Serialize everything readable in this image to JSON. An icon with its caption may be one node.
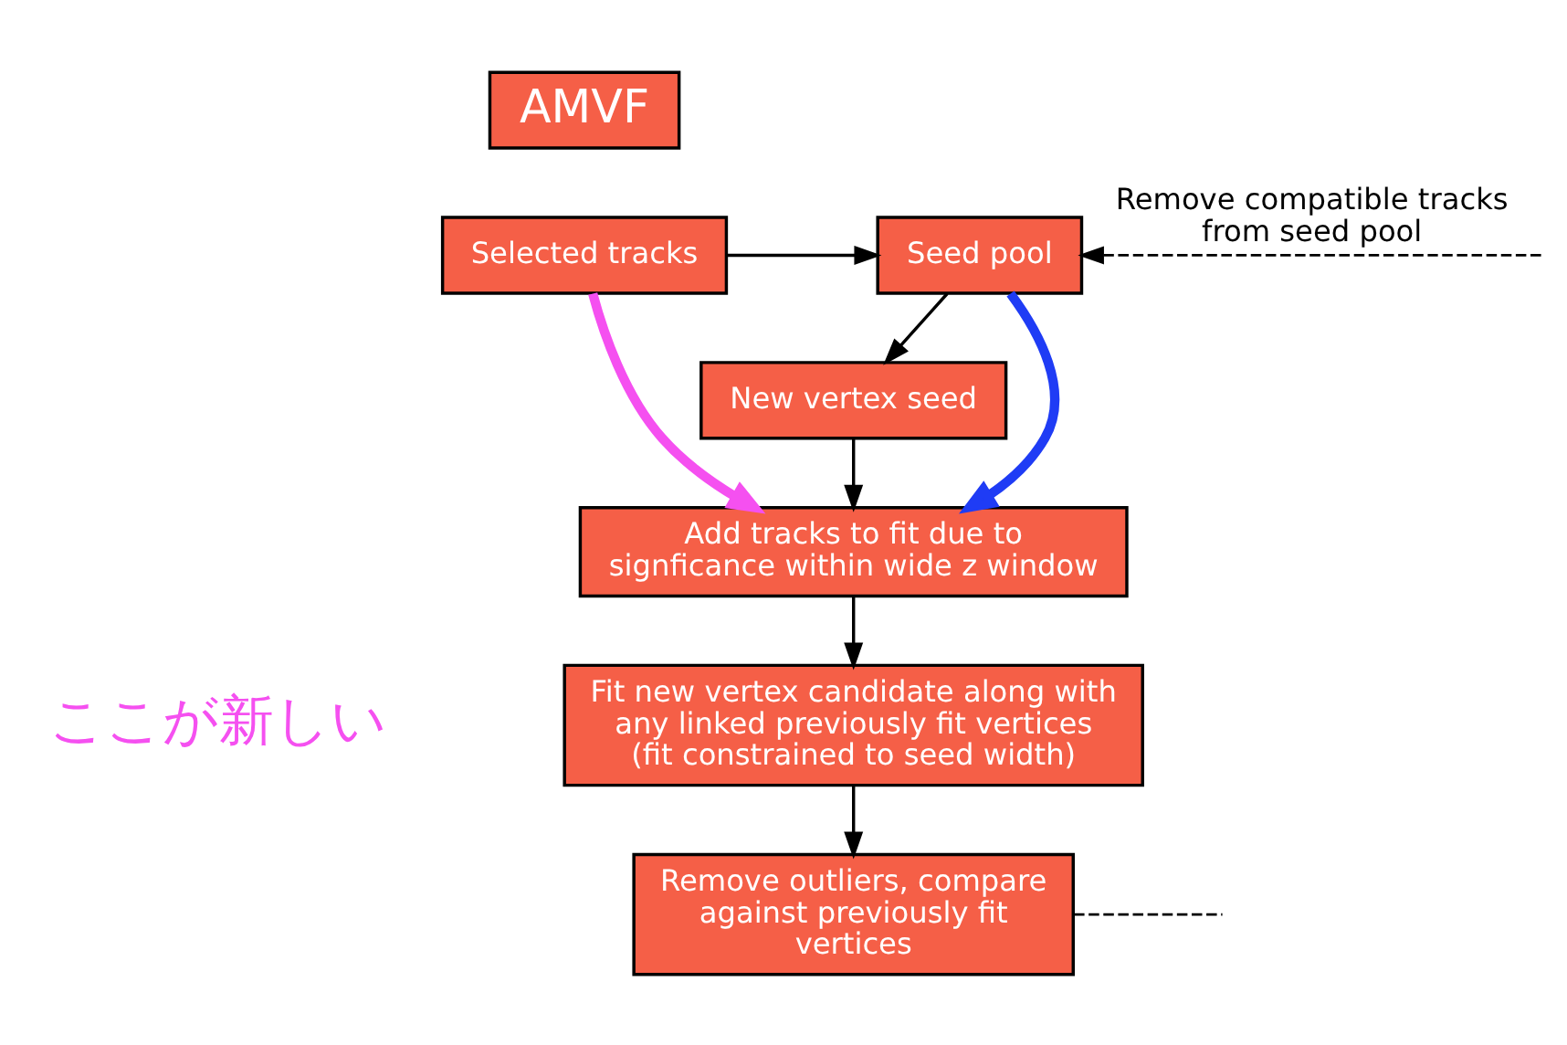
{
  "diagram": {
    "nodes": [
      {
        "text": [
          "AMVF"
        ]
      },
      {
        "text": [
          "Selected tracks"
        ]
      },
      {
        "text": [
          "Seed pool"
        ]
      },
      {
        "text": [
          "New vertex seed"
        ]
      },
      {
        "text": [
          "Add tracks to fit due to signficance within wide z window"
        ]
      },
      {
        "text": [
          "Fit new vertex candidate along with any linked previously fit vertices (fit constrained to seed width)"
        ]
      },
      {
        "text": [
          "Remove outliers, compare against previously fit vertices"
        ]
      }
    ],
    "edges": [
      {
        "from": 1,
        "to": 2,
        "arrow": "to"
      },
      {
        "from": null,
        "to": 2,
        "arrow": "to",
        "style": "dashed",
        "label": "Remove compatible tracks from seed pool"
      },
      {
        "from": 2,
        "to": 3,
        "arrow": "to"
      },
      {
        "from": 3,
        "to": 4,
        "arrow": "to"
      },
      {
        "from": 2,
        "to": 4,
        "arrow": "to",
        "style": "thick",
        "color": "#1f3cf5"
      },
      {
        "from": 1,
        "to": 4,
        "arrow": "to",
        "style": "thick",
        "color": "#f550f0"
      },
      {
        "from": 4,
        "to": 5,
        "arrow": "to"
      },
      {
        "from": 5,
        "to": 6,
        "arrow": "to"
      },
      {
        "from": 6,
        "to": null,
        "arrow": "none",
        "style": "dashed"
      }
    ],
    "labels": [
      "ここが新しい"
    ]
  }
}
